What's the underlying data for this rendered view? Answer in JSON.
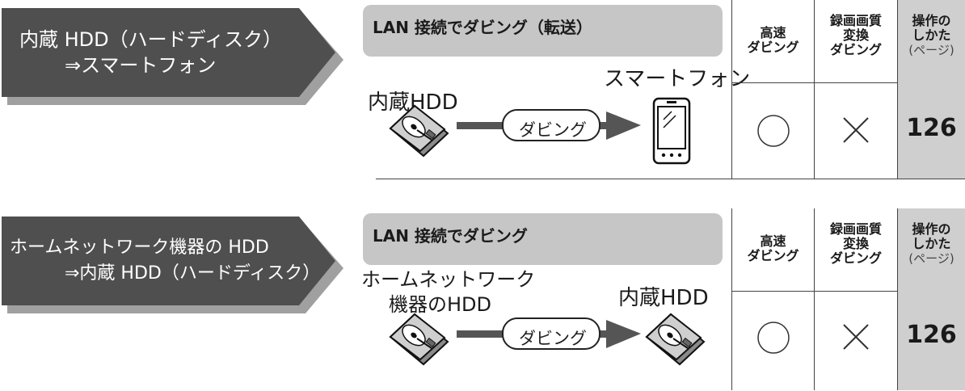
{
  "sections": [
    {
      "title_lines": [
        "内蔵 HDD（ハードディスク）",
        "⇒スマートフォン"
      ],
      "connection_header": "LAN 接続でダビング（転送）",
      "source_lines": [
        "内蔵HDD"
      ],
      "destination_lines": [
        "スマートフォン"
      ],
      "flow_label": "ダビング",
      "source_icon": "hdd-icon",
      "destination_icon": "smartphone-icon",
      "columns": {
        "fast": [
          "高速",
          "ダビング"
        ],
        "quality": [
          "録画画質",
          "変換",
          "ダビング"
        ],
        "howto": [
          "操作の",
          "しかた",
          "(ページ)"
        ]
      },
      "fast_value": "○",
      "quality_value": "×",
      "page": "126"
    },
    {
      "title_lines": [
        "ホームネットワーク機器の HDD",
        "⇒内蔵 HDD（ハードディスク）"
      ],
      "connection_header": "LAN 接続でダビング",
      "source_lines": [
        "ホームネットワーク",
        "機器のHDD"
      ],
      "destination_lines": [
        "内蔵HDD"
      ],
      "flow_label": "ダビング",
      "source_icon": "hdd-icon",
      "destination_icon": "hdd-icon",
      "columns": {
        "fast": [
          "高速",
          "ダビング"
        ],
        "quality": [
          "録画画質",
          "変換",
          "ダビング"
        ],
        "howto": [
          "操作の",
          "しかた",
          "(ページ)"
        ]
      },
      "fast_value": "○",
      "quality_value": "×",
      "page": "126"
    }
  ],
  "colors": {
    "arrow_fill": "#4f4f4f",
    "arrow_shadow": "#a0a0a0",
    "header_bar": "#c6c6c6",
    "page_column": "#cfcfcf"
  }
}
